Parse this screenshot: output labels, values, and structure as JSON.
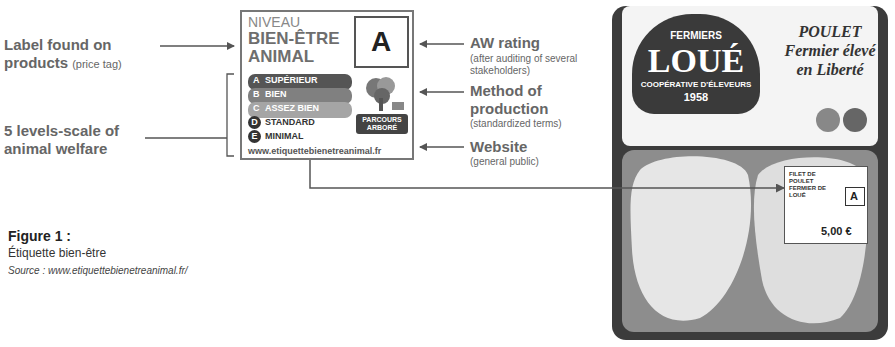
{
  "diagram": {
    "nodes": [
      {
        "text": [
          "NIVEAU",
          "BIEN-ÊTRE ANIMAL",
          "www.etiquettebienetreanimal.fr"
        ]
      },
      {
        "text": [
          "A"
        ],
        "in": 0
      },
      {
        "text": [
          "A",
          "SUPÉRIEUR"
        ],
        "in": 0
      },
      {
        "text": [
          "B",
          "BIEN"
        ],
        "in": 0
      },
      {
        "text": [
          "C",
          "ASSEZ BIEN"
        ],
        "in": 0
      },
      {
        "text": [
          "D",
          "STANDARD"
        ],
        "in": 0
      },
      {
        "text": [
          "E",
          "MINIMAL"
        ],
        "in": 0
      },
      {
        "text": [
          "PARCOURS ARBORÉ"
        ],
        "in": 0
      },
      {
        "text": [
          "POULET Fermier élevé en Liberté"
        ]
      },
      {
        "text": [
          "FERMIERS",
          "LOUÉ",
          "COOPÉRATIVE D'ÉLEVEURS",
          "1958"
        ],
        "in": 8
      },
      {
        "text": [
          "FILET DE POULET FERMIER DE LOUÉ",
          "5,00 €"
        ],
        "in": 8
      },
      {
        "text": [
          "A"
        ],
        "in": 10
      }
    ],
    "edges": [
      {
        "from": 0,
        "to": 10,
        "arrow": "to"
      }
    ],
    "labels": [
      "Label found on products",
      "(price tag)",
      "5 levels-scale of animal welfare",
      "AW rating",
      "(after auditing of several stakeholders)",
      "Method of production",
      "(standardized terms)",
      "Website",
      "(general public)",
      "Figure 1 :",
      "Étiquette bien-être",
      "Source : www.etiquettebienetreanimal.fr/"
    ]
  }
}
